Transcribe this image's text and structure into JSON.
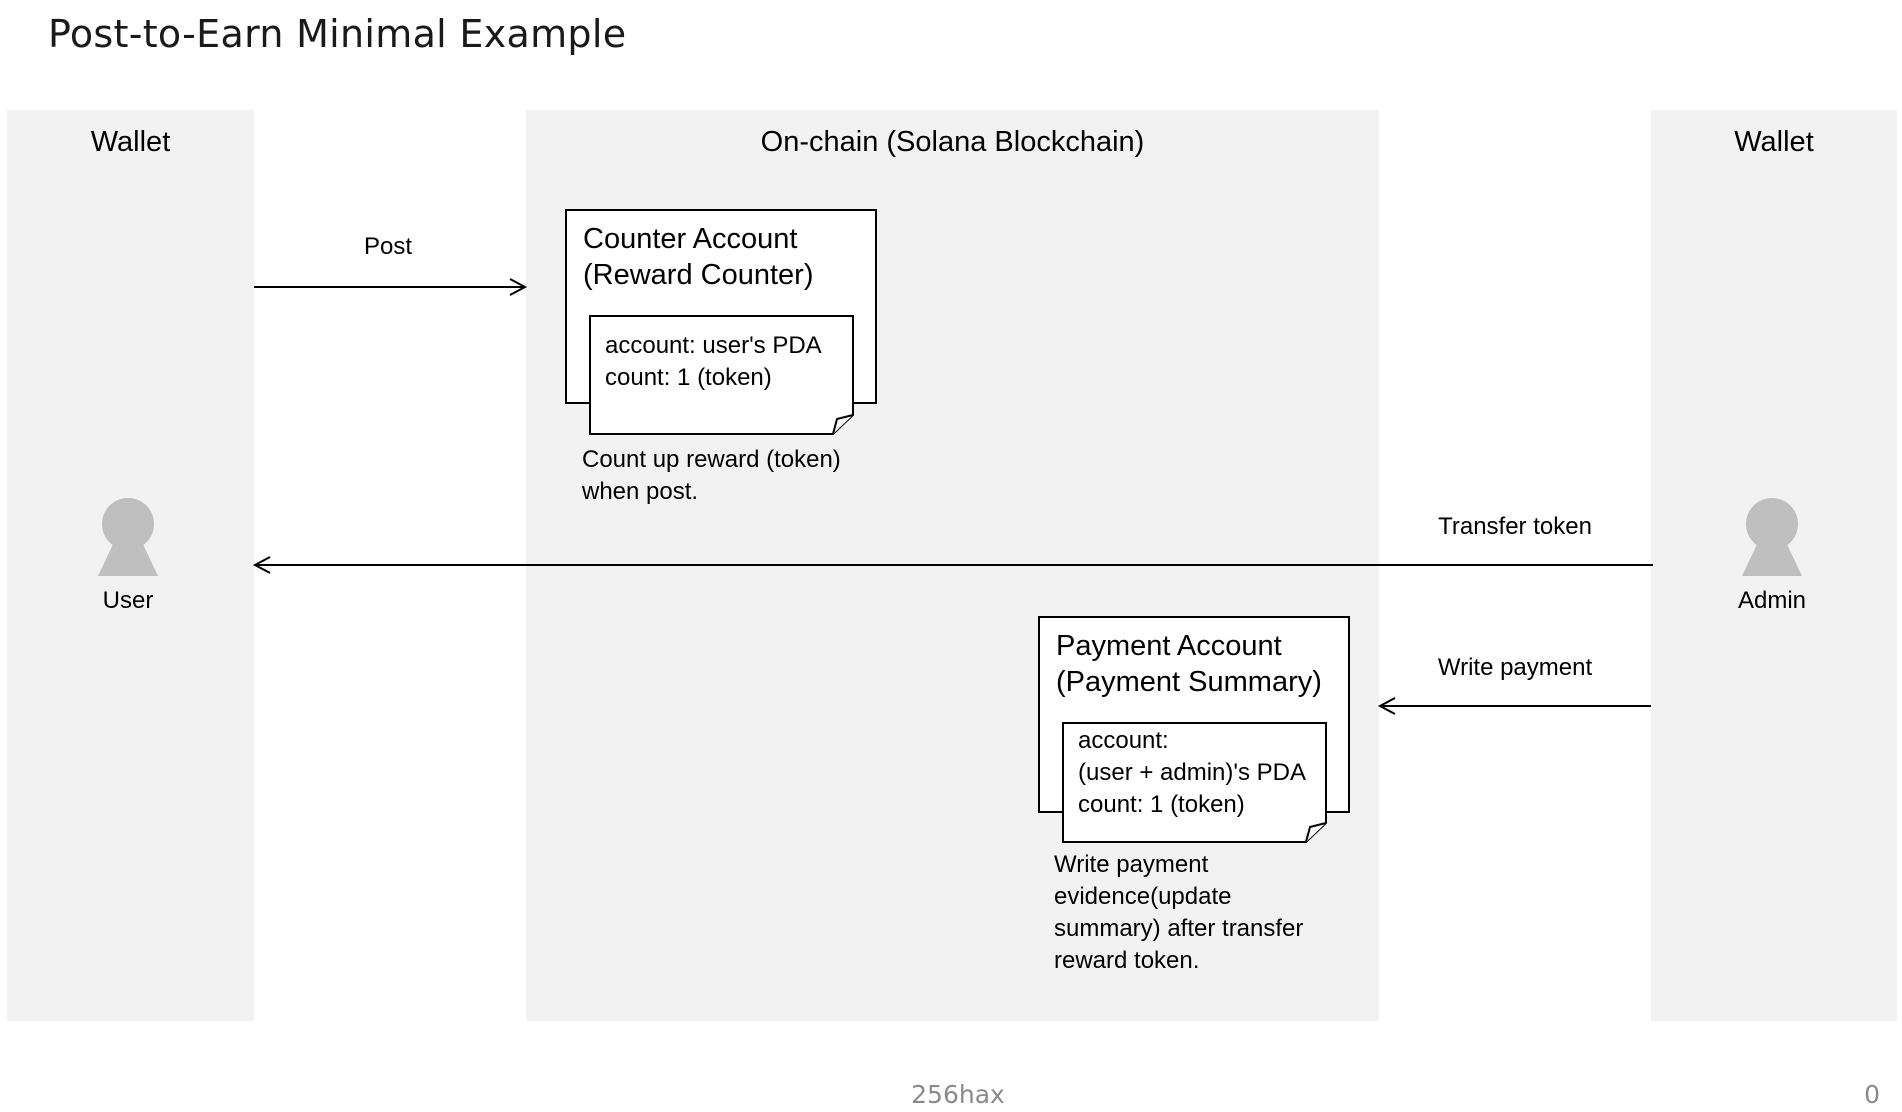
{
  "title": "Post-to-Earn Minimal Example",
  "lanes": {
    "user_wallet": "Wallet",
    "onchain": "On-chain (Solana Blockchain)",
    "admin_wallet": "Wallet"
  },
  "actors": {
    "user": "User",
    "admin": "Admin"
  },
  "edges": {
    "post": "Post",
    "transfer": "Transfer token",
    "write_payment": "Write payment"
  },
  "counter_account": {
    "title_line1": "Counter Account",
    "title_line2": "(Reward Counter)",
    "note_line1": "account: user's PDA",
    "note_line2": "count: 1 (token)",
    "caption_line1": "Count up reward (token)",
    "caption_line2": "when post."
  },
  "payment_account": {
    "title_line1": "Payment Account",
    "title_line2": "(Payment Summary)",
    "note_line1": "account:",
    "note_line2": "(user + admin)'s PDA",
    "note_line3": "count: 1 (token)",
    "caption_line1": "Write payment",
    "caption_line2": "evidence(update",
    "caption_line3": "summary) after transfer",
    "caption_line4": "reward token."
  },
  "footer": {
    "author": "256hax",
    "page_number": "0"
  },
  "colors": {
    "lane_bg": "#f2f2f2",
    "actor_gray": "#bfbfbf",
    "footer_gray": "#8a8a8a"
  }
}
